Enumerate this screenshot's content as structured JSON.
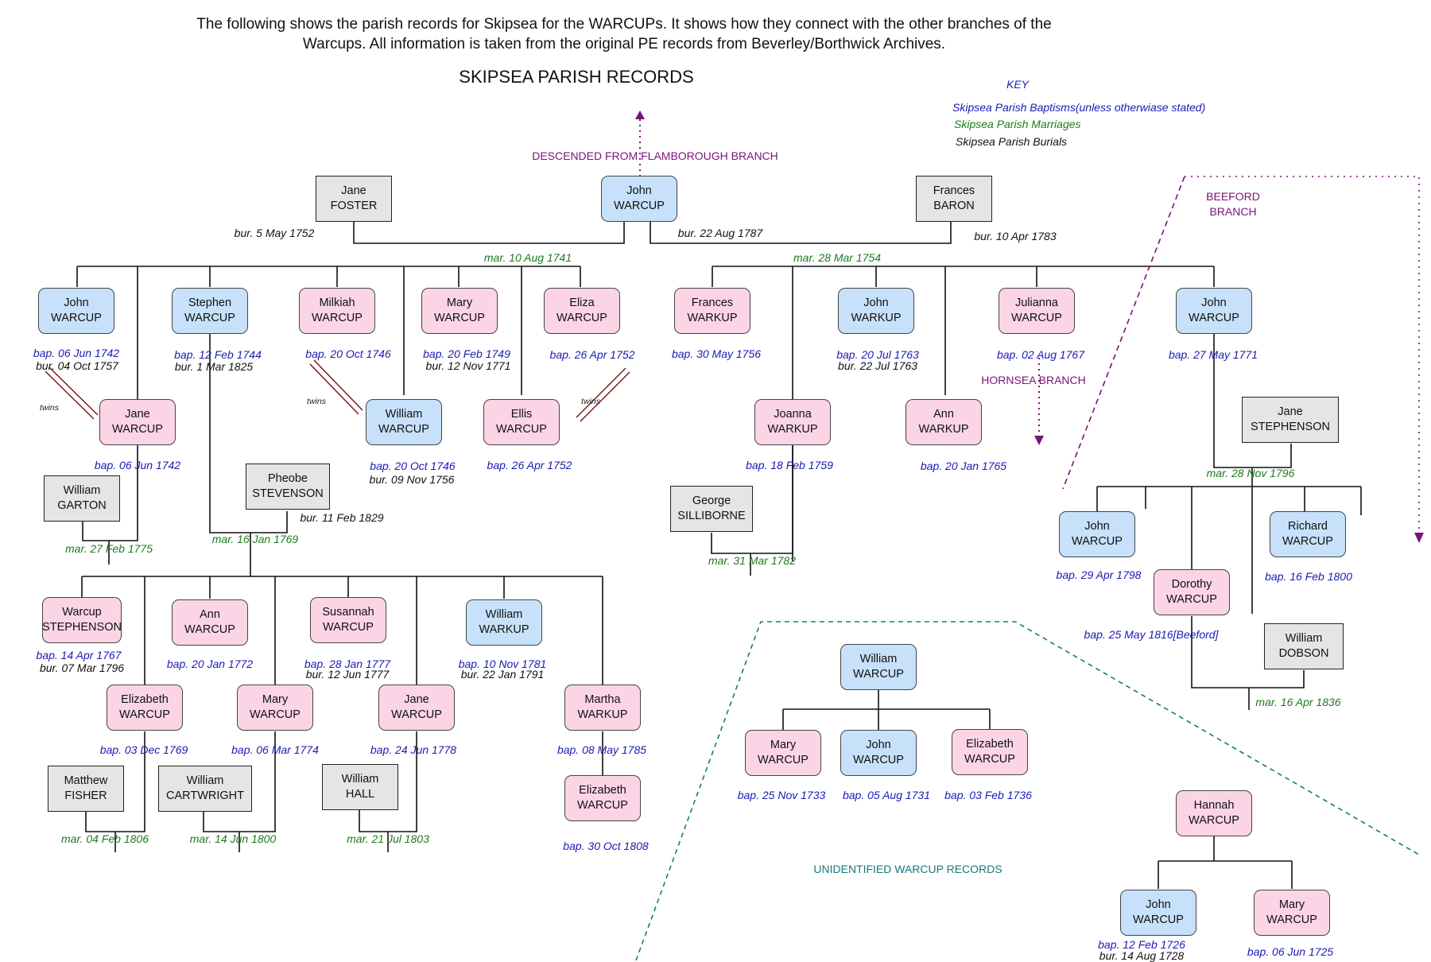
{
  "header": {
    "line1": "The following shows the parish records for Skipsea for the WARCUPs. It shows how they connect with the other branches of the",
    "line2": "Warcups. All information is taken from the original PE records from Beverley/Borthwick Archives."
  },
  "title": "SKIPSEA PARISH RECORDS",
  "key": {
    "title": "KEY",
    "baptisms": "Skipsea Parish Baptisms(unless otherwiase stated)",
    "marriages": "Skipsea Parish Marriages",
    "burials": "Skipsea Parish Burials"
  },
  "colors": {
    "male_box": "#c7e1fa",
    "female_box": "#fbd5e5",
    "spouse_box": "#e5e5e5",
    "baptism_text": "#1a1ab5",
    "marriage_text": "#1e7a1e",
    "burial_text": "#111111",
    "branch_text": "#7a127a",
    "unidentified_text": "#167a7a",
    "twins_link": "#7a1010"
  },
  "branches": {
    "flamborough": "DESCENDED FROM FLAMBOROUGH BRANCH",
    "beeford_1": "BEEFORD",
    "beeford_2": "BRANCH",
    "hornsea": "HORNSEA BRANCH",
    "unidentified": "UNIDENTIFIED WARCUP RECORDS"
  },
  "people": {
    "john_1": {
      "first": "John",
      "last": "WARCUP"
    },
    "jane_foster": {
      "first": "Jane",
      "last": "FOSTER"
    },
    "frances_baron": {
      "first": "Frances",
      "last": "BARON"
    },
    "john_1742": {
      "first": "John",
      "last": "WARCUP"
    },
    "stephen": {
      "first": "Stephen",
      "last": "WARCUP"
    },
    "milkiah": {
      "first": "Milkiah",
      "last": "WARCUP"
    },
    "mary_1749": {
      "first": "Mary",
      "last": "WARCUP"
    },
    "eliza": {
      "first": "Eliza",
      "last": "WARCUP"
    },
    "frances_1756": {
      "first": "Frances",
      "last": "WARKUP"
    },
    "john_1763": {
      "first": "John",
      "last": "WARKUP"
    },
    "julianna": {
      "first": "Julianna",
      "last": "WARCUP"
    },
    "john_1771": {
      "first": "John",
      "last": "WARCUP"
    },
    "jane_1742": {
      "first": "Jane",
      "last": "WARCUP"
    },
    "william_1746": {
      "first": "William",
      "last": "WARCUP"
    },
    "ellis": {
      "first": "Ellis",
      "last": "WARCUP"
    },
    "joanna": {
      "first": "Joanna",
      "last": "WARKUP"
    },
    "ann_1765": {
      "first": "Ann",
      "last": "WARKUP"
    },
    "jane_stephenson": {
      "first": "Jane",
      "last": "STEPHENSON"
    },
    "william_garton": {
      "first": "William",
      "last": "GARTON"
    },
    "phoebe_stevenson": {
      "first": "Pheobe",
      "last": "STEVENSON"
    },
    "george_silliborne": {
      "first": "George",
      "last": "SILLIBORNE"
    },
    "warcup_stephenson": {
      "first": "Warcup",
      "last": "STEPHENSON"
    },
    "ann_1772": {
      "first": "Ann",
      "last": "WARCUP"
    },
    "susannah": {
      "first": "Susannah",
      "last": "WARCUP"
    },
    "william_1781": {
      "first": "William",
      "last": "WARKUP"
    },
    "elizabeth_1769": {
      "first": "Elizabeth",
      "last": "WARCUP"
    },
    "mary_1774": {
      "first": "Mary",
      "last": "WARCUP"
    },
    "jane_1778": {
      "first": "Jane",
      "last": "WARCUP"
    },
    "martha": {
      "first": "Martha",
      "last": "WARKUP"
    },
    "elizabeth_1808": {
      "first": "Elizabeth",
      "last": "WARCUP"
    },
    "matthew_fisher": {
      "first": "Matthew",
      "last": "FISHER"
    },
    "william_cartwright": {
      "first": "William",
      "last": "CARTWRIGHT"
    },
    "william_hall": {
      "first": "William",
      "last": "HALL"
    },
    "john_1798": {
      "first": "John",
      "last": "WARCUP"
    },
    "richard": {
      "first": "Richard",
      "last": "WARCUP"
    },
    "dorothy": {
      "first": "Dorothy",
      "last": "WARCUP"
    },
    "william_dobson": {
      "first": "William",
      "last": "DOBSON"
    },
    "william_unid": {
      "first": "William",
      "last": "WARCUP"
    },
    "mary_1733": {
      "first": "Mary",
      "last": "WARCUP"
    },
    "john_1731": {
      "first": "John",
      "last": "WARCUP"
    },
    "elizabeth_1736": {
      "first": "Elizabeth",
      "last": "WARCUP"
    },
    "hannah": {
      "first": "Hannah",
      "last": "WARCUP"
    },
    "john_1726": {
      "first": "John",
      "last": "WARCUP"
    },
    "mary_1725": {
      "first": "Mary",
      "last": "WARCUP"
    }
  },
  "records": {
    "bur_jane_foster": "bur. 5 May 1752",
    "bur_john_1787": "bur. 22 Aug 1787",
    "bur_frances_baron": "bur. 10 Apr 1783",
    "mar_1741": "mar. 10 Aug 1741",
    "mar_1754": "mar. 28 Mar 1754",
    "bap_john_1742": "bap. 06 Jun 1742",
    "bur_john_1757": "bur. 04 Oct 1757",
    "bap_stephen": "bap. 12 Feb 1744",
    "bur_stephen": "bur. 1 Mar 1825",
    "bap_milkiah": "bap. 20 Oct 1746",
    "bap_mary_1749": "bap. 20 Feb 1749",
    "bur_mary_1771": "bur. 12 Nov 1771",
    "bap_eliza": "bap. 26 Apr 1752",
    "bap_frances_1756": "bap. 30 May 1756",
    "bap_john_1763": "bap. 20 Jul 1763",
    "bur_john_1763": "bur. 22 Jul 1763",
    "bap_julianna": "bap. 02 Aug 1767",
    "bap_john_1771": "bap. 27 May 1771",
    "twins": "twins",
    "bap_jane_1742": "bap. 06 Jun 1742",
    "bap_william_1746": "bap. 20 Oct 1746",
    "bur_william_1756": "bur. 09 Nov 1756",
    "bap_ellis": "bap. 26 Apr 1752",
    "bap_joanna": "bap. 18 Feb 1759",
    "bap_ann_1765": "bap. 20 Jan 1765",
    "mar_1796": "mar. 28 Nov 1796",
    "mar_1775": "mar. 27 Feb 1775",
    "bur_phoebe": "bur. 11 Feb 1829",
    "mar_1769": "mar. 16 Jan 1769",
    "mar_1782": "mar. 31 Mar 1782",
    "bap_warcup_stephenson": "bap. 14 Apr 1767",
    "bur_warcup_stephenson": "bur. 07 Mar 1796",
    "bap_ann_1772": "bap. 20 Jan 1772",
    "bap_susannah": "bap. 28 Jan 1777",
    "bur_susannah": "bur. 12 Jun 1777",
    "bap_william_1781": "bap. 10 Nov 1781",
    "bur_william_1791": "bur. 22 Jan 1791",
    "bap_elizabeth_1769": "bap. 03 Dec 1769",
    "bap_mary_1774": "bap. 06 Mar 1774",
    "bap_jane_1778": "bap. 24 Jun 1778",
    "bap_martha": "bap. 08 May 1785",
    "bap_elizabeth_1808": "bap. 30 Oct 1808",
    "mar_1806": "mar. 04 Feb 1806",
    "mar_1800": "mar. 14 Jun 1800",
    "mar_1803": "mar. 21 Jul 1803",
    "bap_john_1798": "bap. 29 Apr 1798",
    "bap_richard": "bap. 16 Feb 1800",
    "bap_dorothy": "bap. 25 May 1816[Beeford]",
    "mar_1836": "mar. 16 Apr 1836",
    "bap_mary_1733": "bap. 25 Nov 1733",
    "bap_john_1731": "bap. 05 Aug 1731",
    "bap_elizabeth_1736": "bap. 03 Feb 1736",
    "bap_john_1726": "bap. 12 Feb 1726",
    "bur_john_1728": "bur. 14 Aug 1728",
    "bap_mary_1725": "bap. 06 Jun 1725"
  }
}
